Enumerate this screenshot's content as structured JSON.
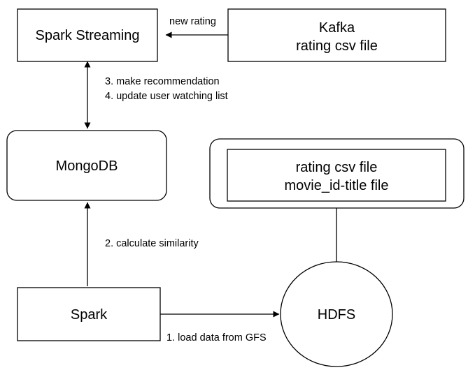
{
  "nodes": {
    "spark_streaming": {
      "label": "Spark Streaming"
    },
    "kafka": {
      "lines": [
        "Kafka",
        "rating csv file"
      ]
    },
    "mongodb": {
      "label": "MongoDB"
    },
    "hdfs_files": {
      "lines": [
        "rating csv file",
        "movie_id-title file"
      ]
    },
    "spark": {
      "label": "Spark"
    },
    "hdfs": {
      "label": "HDFS"
    }
  },
  "edges": {
    "kafka_to_streaming": {
      "label": "new rating"
    },
    "streaming_mongodb": {
      "lines": [
        "3. make recommendation",
        "4. update user watching list"
      ]
    },
    "spark_to_mongodb": {
      "label": "2. calculate similarity"
    },
    "spark_to_hdfs": {
      "label": "1. load data from GFS"
    }
  }
}
